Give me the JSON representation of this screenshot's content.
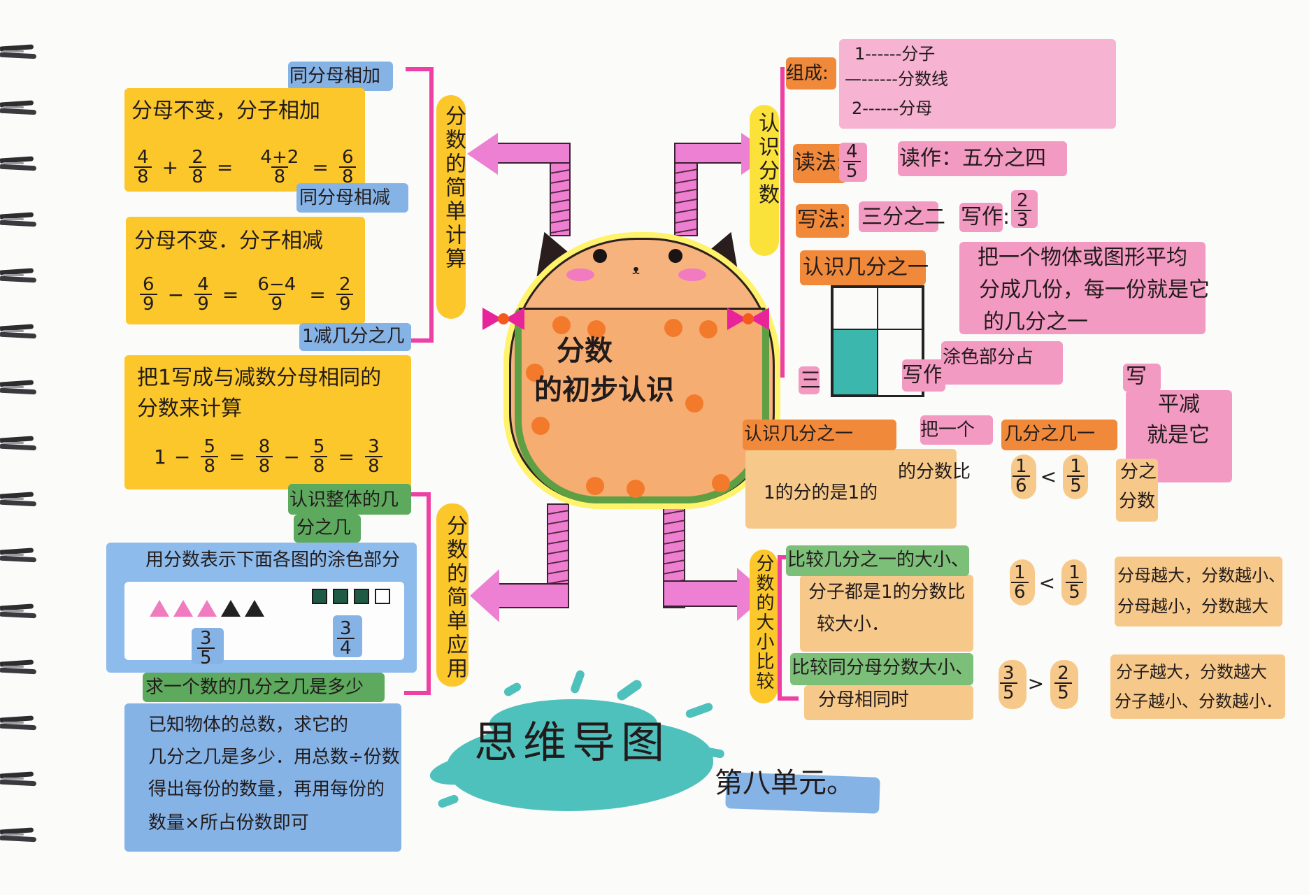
{
  "title": "思维导图",
  "subtitle": "第八单元。",
  "center_topic": {
    "line1": "分数",
    "line2": "的初步认识"
  },
  "branches": {
    "top_left": {
      "label": "分数的简单计算",
      "sections": [
        {
          "tag": "同分母相加",
          "rule": "分母不变，分子相加",
          "equation": {
            "a": [
              "4",
              "8"
            ],
            "op1": "+",
            "b": [
              "2",
              "8"
            ],
            "eq1": "=",
            "c": [
              "4+2",
              "8"
            ],
            "eq2": "=",
            "d": [
              "6",
              "8"
            ]
          }
        },
        {
          "tag": "同分母相减",
          "rule": "分母不变．分子相减",
          "equation": {
            "a": [
              "6",
              "9"
            ],
            "op1": "−",
            "b": [
              "4",
              "9"
            ],
            "eq1": "=",
            "c": [
              "6−4",
              "9"
            ],
            "eq2": "=",
            "d": [
              "2",
              "9"
            ]
          }
        },
        {
          "tag": "1减几分之几",
          "rule_line1": "把1写成与减数分母相同的",
          "rule_line2": "分数来计算",
          "equation": {
            "lead": "1",
            "op0": "−",
            "a": [
              "5",
              "8"
            ],
            "eq1": "=",
            "b": [
              "8",
              "8"
            ],
            "op1": "−",
            "c": [
              "5",
              "8"
            ],
            "eq2": "=",
            "d": [
              "3",
              "8"
            ]
          }
        }
      ]
    },
    "bottom_left": {
      "label": "分数的简单应用",
      "sections": [
        {
          "tag_line1": "认识整体的几",
          "tag_line2": "分之几",
          "prompt": "用分数表示下面各图的涂色部分",
          "figure1": {
            "shape": "triangle",
            "filled": 3,
            "total": 5,
            "fill_color": "#f07cc0",
            "answer": [
              "3",
              "5"
            ]
          },
          "figure2": {
            "shape": "square",
            "filled": 3,
            "total": 4,
            "fill_color": "#1f5a45",
            "answer": [
              "3",
              "4"
            ]
          }
        },
        {
          "tag": "求一个数的几分之几是多少",
          "lines": [
            "已知物体的总数，求它的",
            "几分之几是多少．用总数÷份数",
            "得出每份的数量，再用每份的",
            "数量×所占份数即可"
          ]
        }
      ]
    },
    "top_right": {
      "label": "认识分数",
      "composition": {
        "tag": "组成:",
        "lines": [
          "1------分子",
          "—------分数线",
          "2------分母"
        ]
      },
      "reading": {
        "tag": "读法:",
        "fraction": [
          "4",
          "5"
        ],
        "text": "读作：五分之四"
      },
      "writing": {
        "tag": "写法:",
        "text": "三分之二",
        "label": "写作:",
        "fraction": [
          "2",
          "3"
        ]
      },
      "unit_fraction": {
        "tag": "认识几分之一",
        "definition_lines": [
          "把一个物体或图形平均",
          "分成几份，每一份就是它",
          "的几分之一"
        ],
        "grid": {
          "rows": 2,
          "cols": 2,
          "shaded_cells": 1,
          "shade_color": "#3bb7ae"
        },
        "partial_labels": [
          "三",
          "写作",
          "涂色部分占",
          "写",
          "平减",
          "就是它"
        ]
      },
      "unit_fraction_repeat": {
        "tag": "认识几分之一",
        "text": "把一个",
        "tag2": "几分之几一",
        "note": "1的分的是1的",
        "note2": "的分数比",
        "comparison": {
          "left": [
            "1",
            "6"
          ],
          "op": "<",
          "right": [
            "1",
            "5"
          ]
        },
        "side": [
          "分之",
          "分数"
        ]
      }
    },
    "bottom_right": {
      "label": "分数的大小比较",
      "sections": [
        {
          "tag": "比较几分之一的大小、",
          "body_lines": [
            "分子都是1的分数比",
            "较大小．"
          ],
          "comparison": {
            "left": [
              "1",
              "6"
            ],
            "op": "<",
            "right": [
              "1",
              "5"
            ]
          },
          "rule_lines": [
            "分母越大，分数越小、",
            "分母越小，分数越大"
          ]
        },
        {
          "tag": "比较同分母分数大小、",
          "body_lines": [
            "分母相同时"
          ],
          "comparison": {
            "left": [
              "3",
              "5"
            ],
            "op": ">",
            "right": [
              "2",
              "5"
            ]
          },
          "rule_lines": [
            "分子越大，分数越大",
            "分子越小、分数越小．"
          ]
        }
      ]
    }
  },
  "colors": {
    "yellow_marker": "#fbc72b",
    "blue_marker": "#86b3e6",
    "green_marker": "#5da95e",
    "pink_marker": "#f39ac2",
    "orange_marker": "#f08a3a",
    "peach_marker": "#f6c98a",
    "teal_splash": "#4fc1bd",
    "bracket_magenta": "#ee3fa4"
  }
}
